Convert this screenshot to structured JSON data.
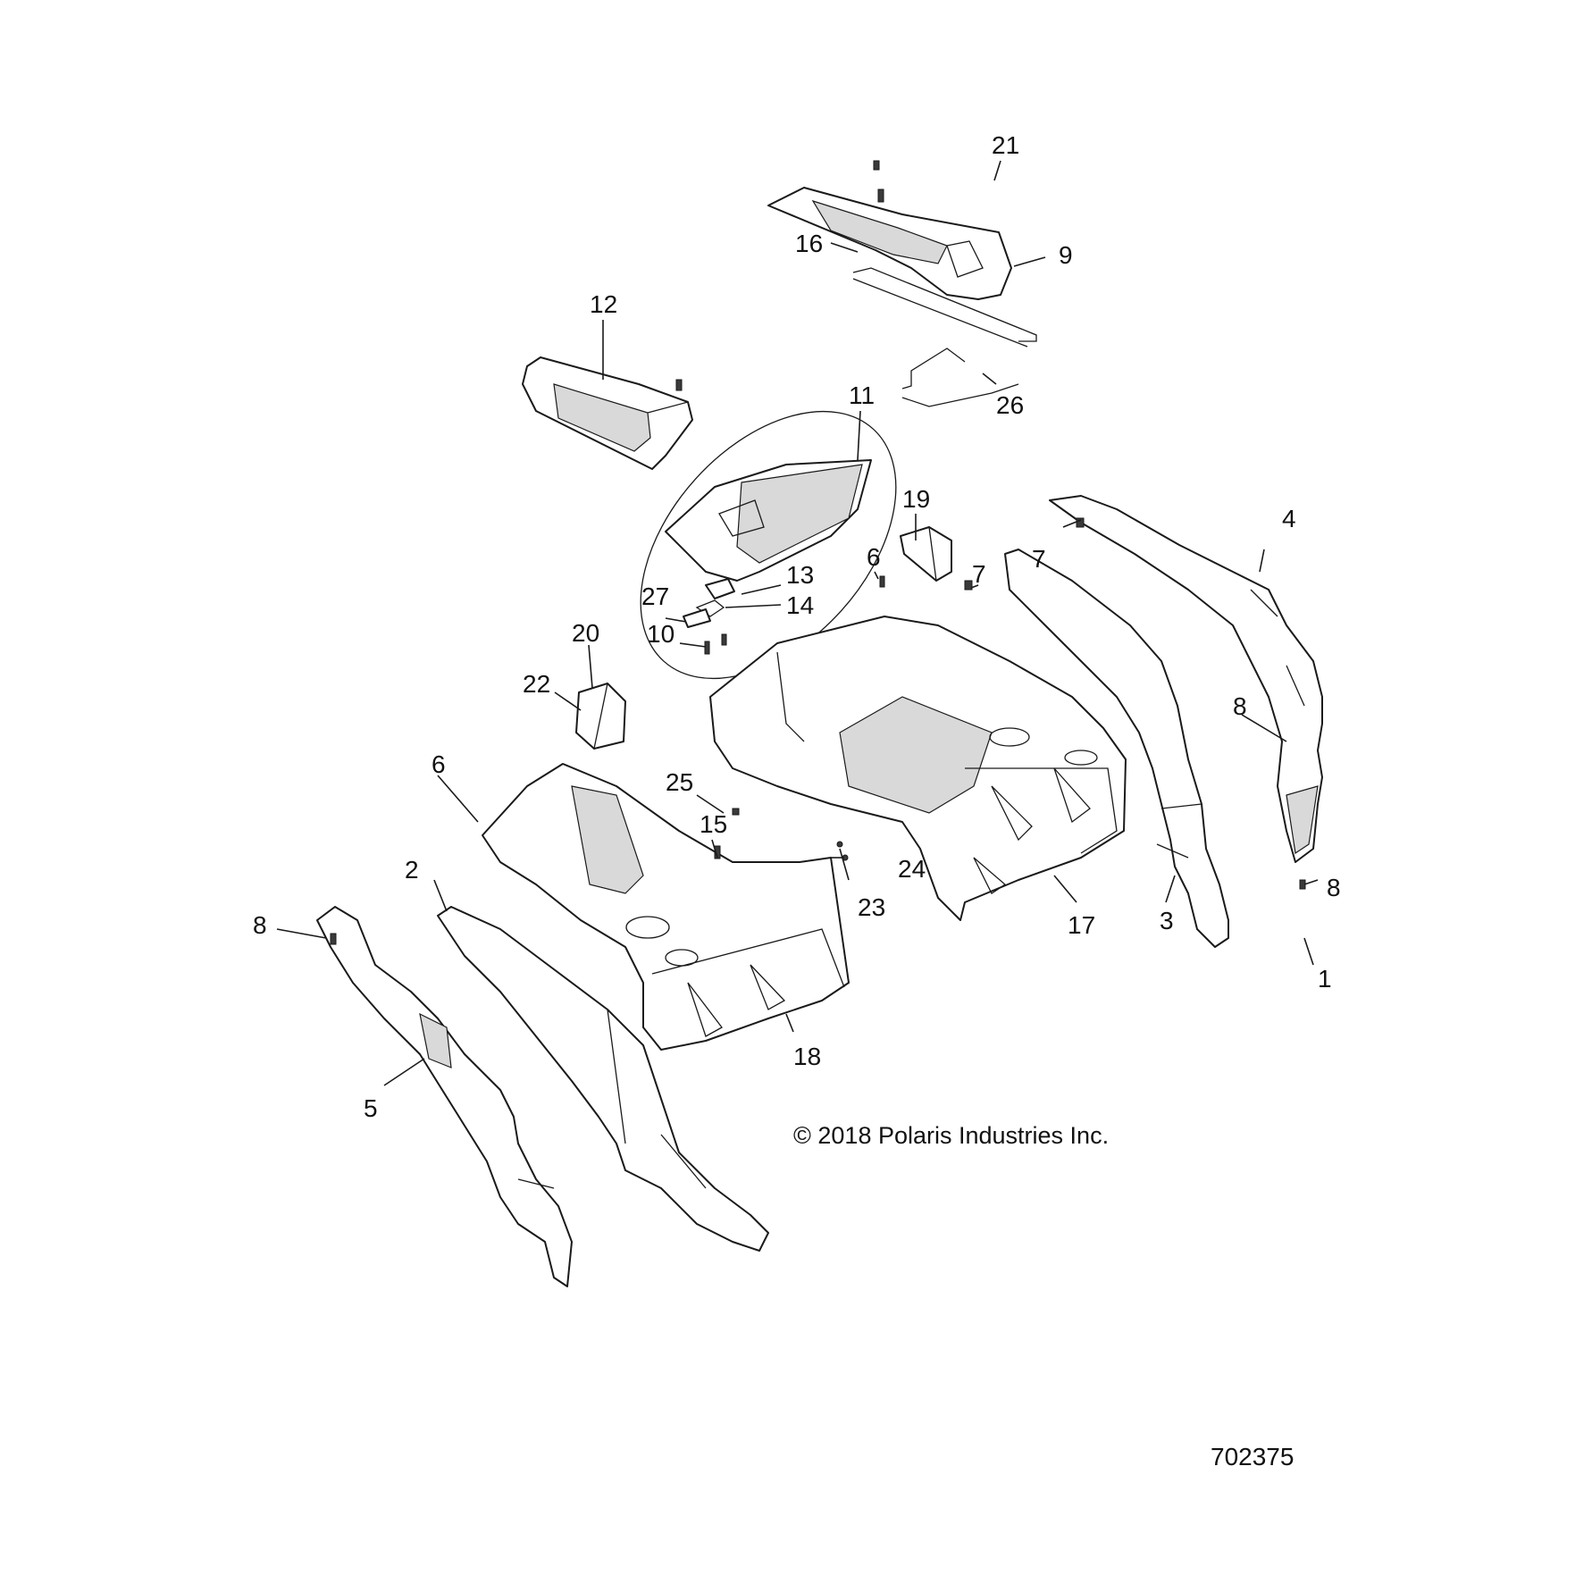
{
  "callouts": {
    "c1": "1",
    "c2": "2",
    "c3": "3",
    "c4": "4",
    "c5": "5",
    "c6a": "6",
    "c6b": "6",
    "c7a": "7",
    "c7b": "7",
    "c8a": "8",
    "c8b": "8",
    "c8c": "8",
    "c9": "9",
    "c10": "10",
    "c11": "11",
    "c12": "12",
    "c13": "13",
    "c14": "14",
    "c15": "15",
    "c16": "16",
    "c17": "17",
    "c18": "18",
    "c19": "19",
    "c20": "20",
    "c21": "21",
    "c22": "22",
    "c23": "23",
    "c24": "24",
    "c25": "25",
    "c26": "26",
    "c27": "27"
  },
  "copyright": "© 2018 Polaris Industries Inc.",
  "drawing_number": "702375"
}
